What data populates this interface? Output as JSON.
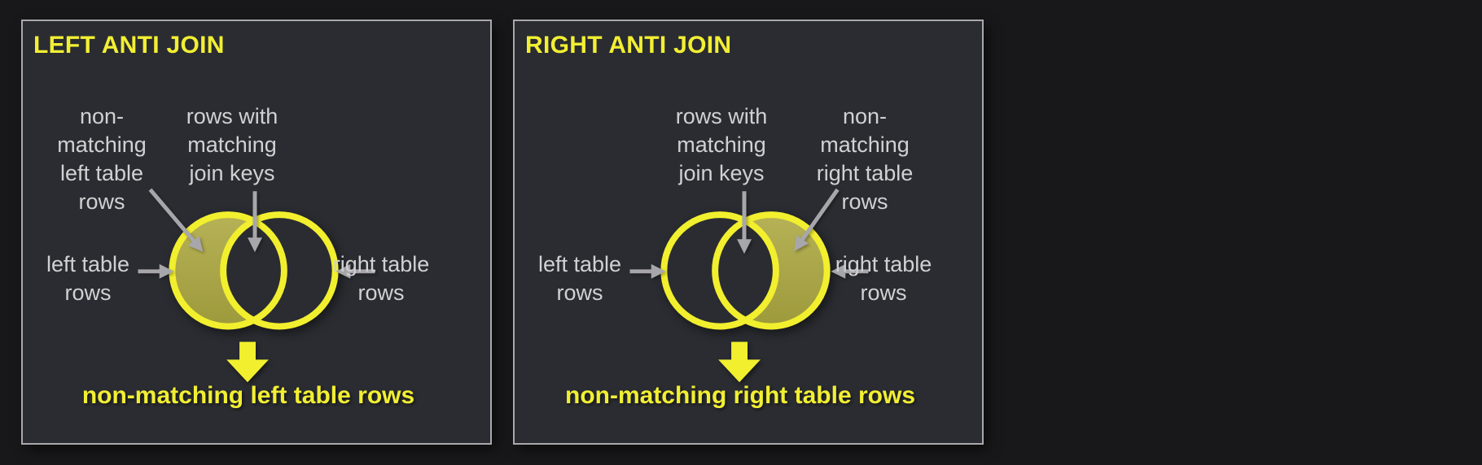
{
  "page": {
    "background": "#18181a"
  },
  "colors": {
    "panel_background": "#2a2c31",
    "panel_border": "#a9a9ad",
    "accent_yellow": "#f2ef33",
    "circle_stroke_yellow": "#f2ef2e",
    "highlight_olive": "#aaa646",
    "label_gray": "#d1d1d4",
    "arrow_gray": "#a7a7ab"
  },
  "icons": {
    "result_arrow": "down-arrow",
    "annotation_arrow": "gray-pointer-arrow"
  },
  "panels": [
    {
      "title": "LEFT ANTI JOIN",
      "highlighted_region": "left circle only (non-matching left rows)",
      "labels": {
        "crescent": "non-\nmatching\nleft table\nrows",
        "intersection": "rows with\nmatching\njoin keys",
        "left_table": "left table\nrows",
        "right_table": "right table\nrows"
      },
      "result": "non-matching left table rows"
    },
    {
      "title": "RIGHT ANTI JOIN",
      "highlighted_region": "right circle only (non-matching right rows)",
      "labels": {
        "crescent": "non-\nmatching\nright table\nrows",
        "intersection": "rows with\nmatching\njoin keys",
        "left_table": "left table\nrows",
        "right_table": "right table\nrows"
      },
      "result": "non-matching right table rows"
    }
  ]
}
